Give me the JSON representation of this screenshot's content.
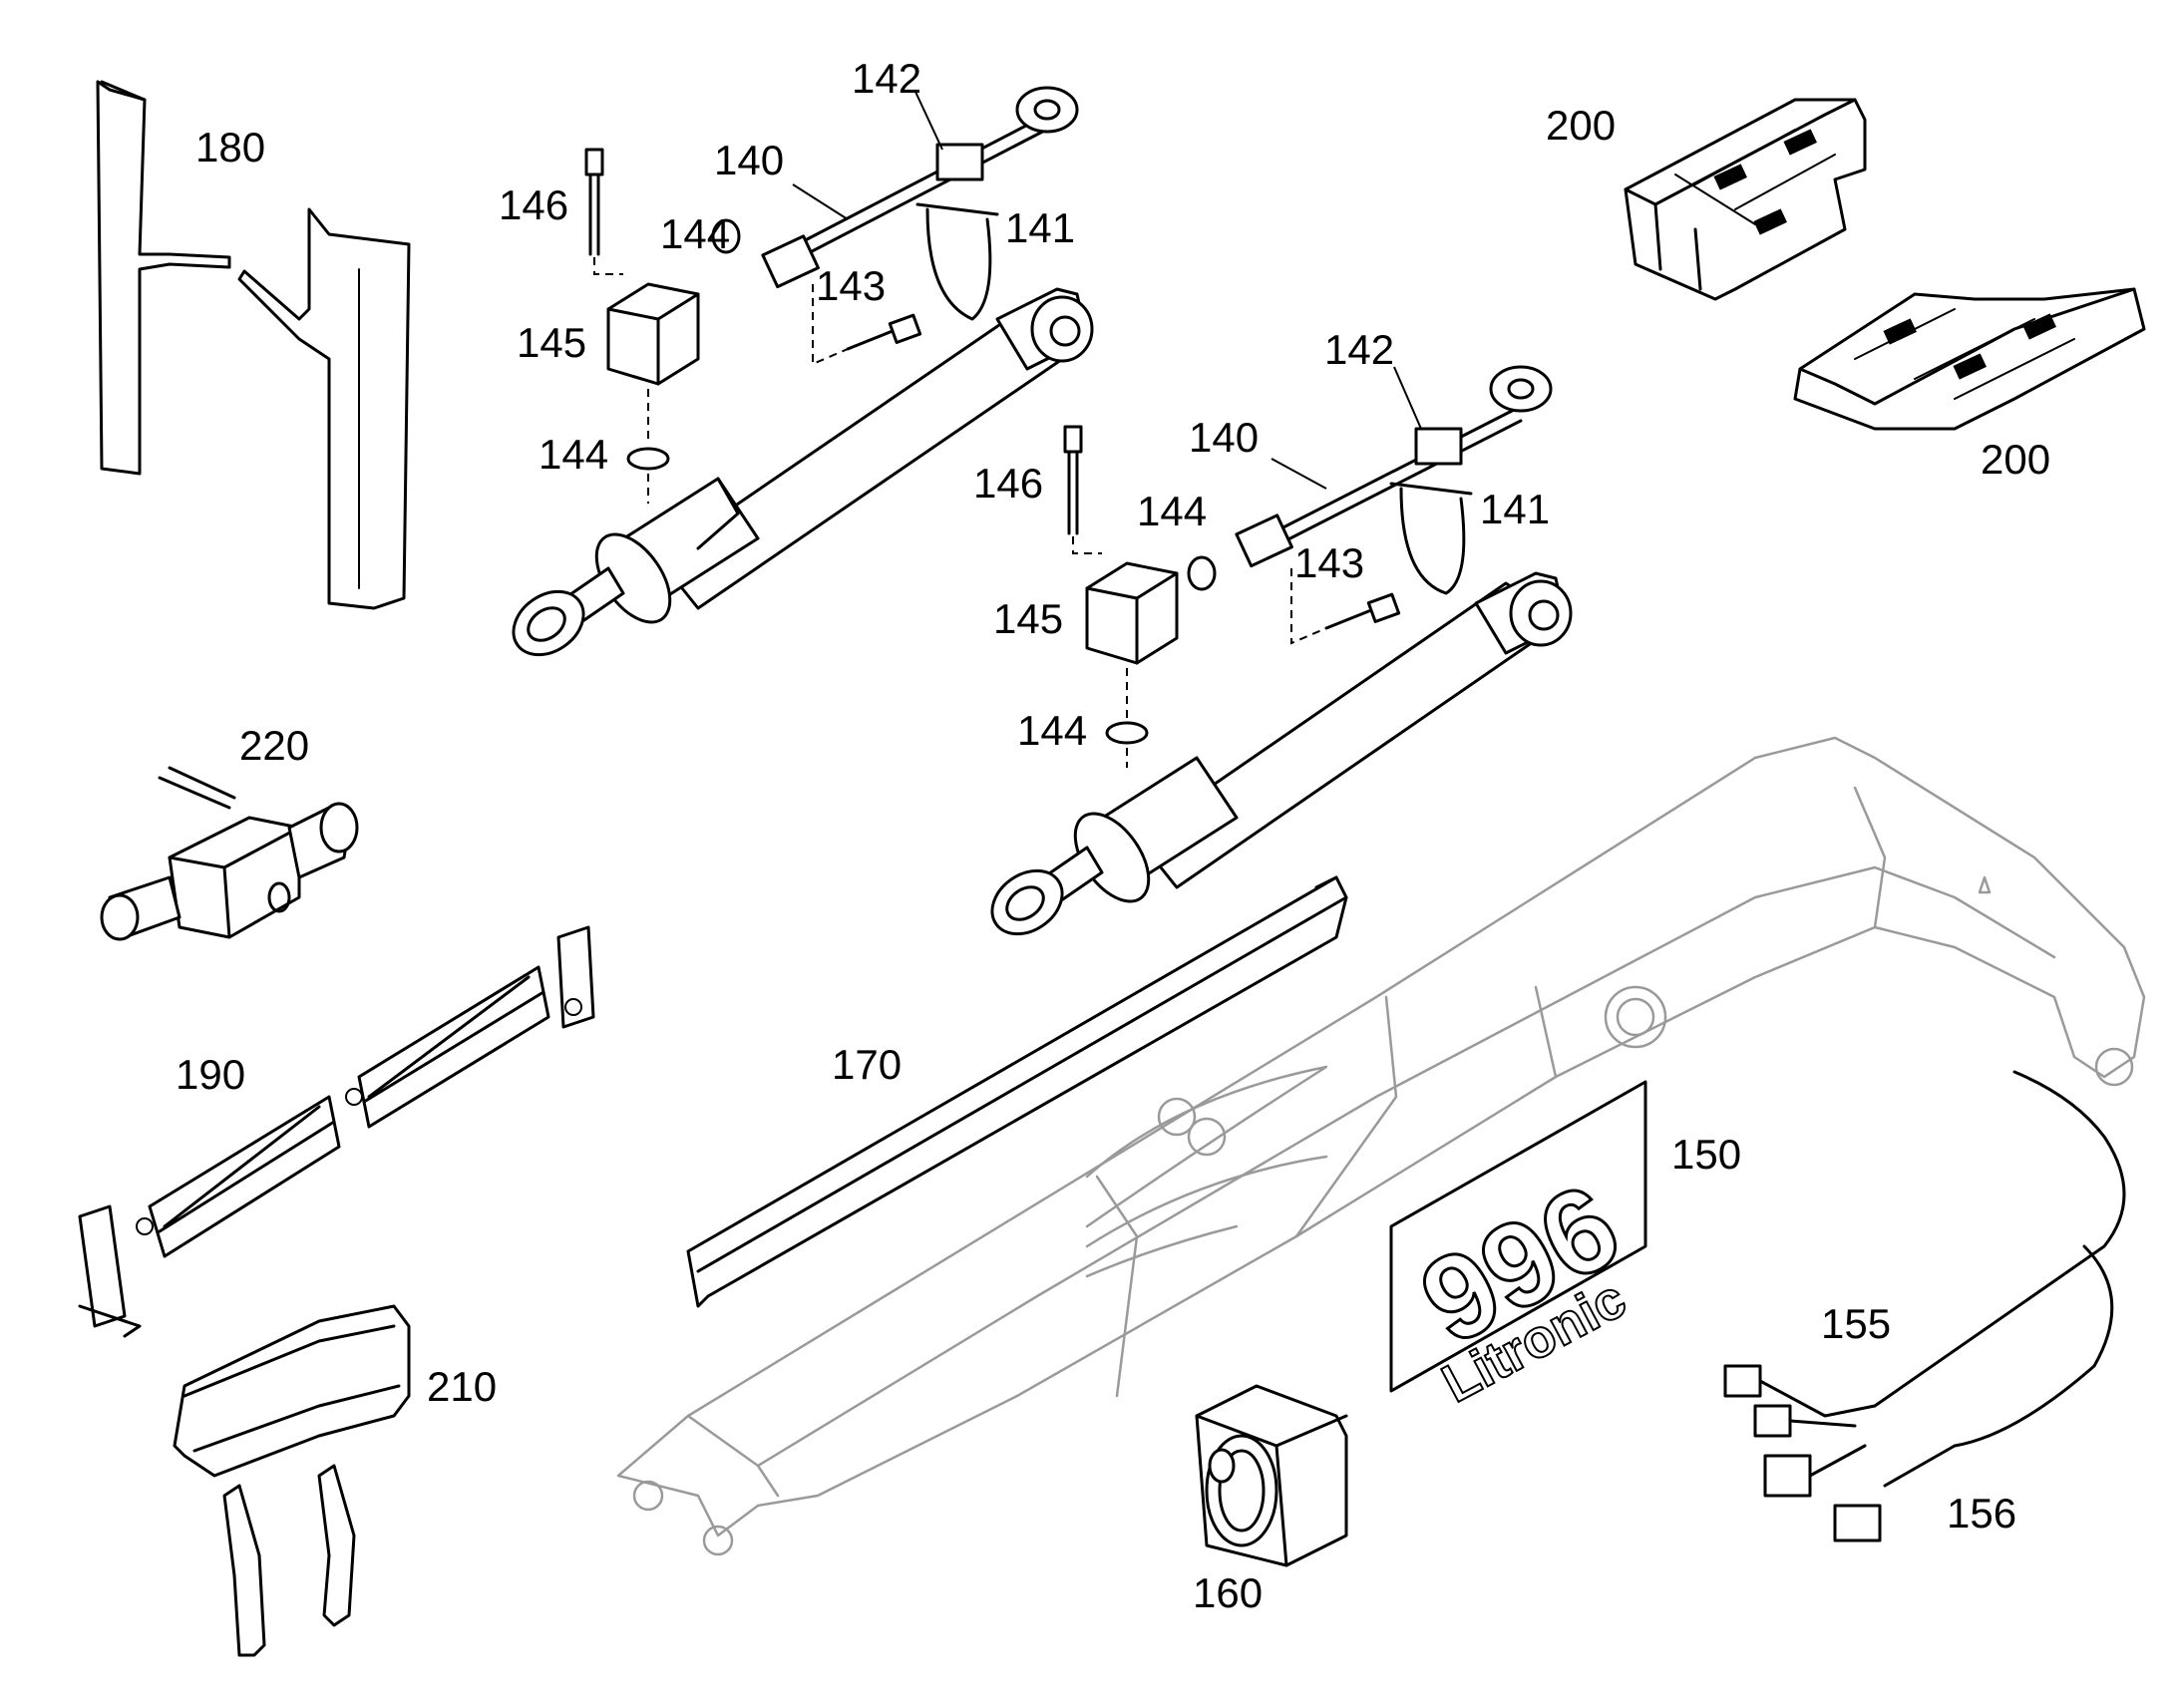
{
  "labels": {
    "p180": "180",
    "p142a": "142",
    "p140a": "140",
    "p146a": "146",
    "p144a": "144",
    "p141a": "141",
    "p143a": "143",
    "p145a": "145",
    "p144b": "144",
    "p142b": "142",
    "p140b": "140",
    "p146b": "146",
    "p144c": "144",
    "p141b": "141",
    "p143b": "143",
    "p145b": "145",
    "p144d": "144",
    "p200a": "200",
    "p200b": "200",
    "p220": "220",
    "p190": "190",
    "p170": "170",
    "p150": "150",
    "p155": "155",
    "p156": "156",
    "p210": "210",
    "p160": "160"
  },
  "decal": {
    "model": "996",
    "brand": "Litronic"
  }
}
